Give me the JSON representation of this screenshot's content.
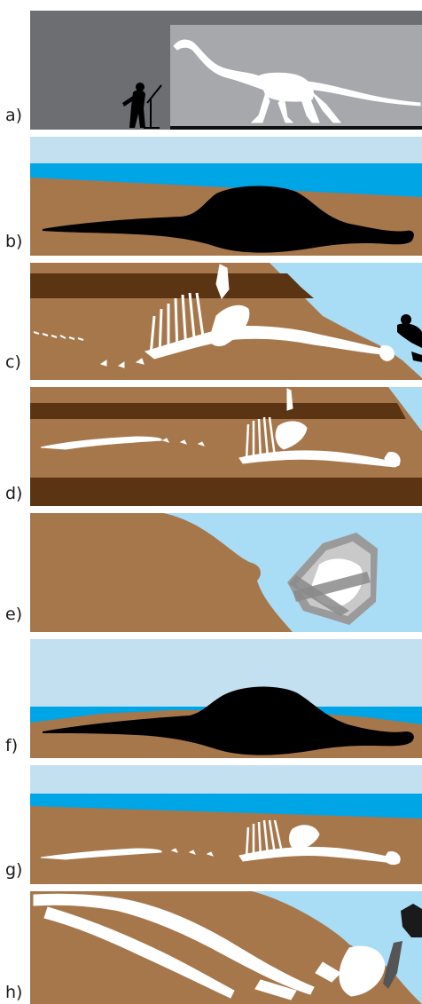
{
  "panels": [
    {
      "label": "a)"
    },
    {
      "label": "b)"
    },
    {
      "label": "c)"
    },
    {
      "label": "d)"
    },
    {
      "label": "e)"
    },
    {
      "label": "f)"
    },
    {
      "label": "g)"
    },
    {
      "label": "h)"
    }
  ],
  "colors": {
    "sky": "#a9dcf5",
    "sky_pale": "#c3e0f0",
    "water": "#00a5e5",
    "sediment": "#a7774c",
    "dark_layer": "#5b3414",
    "silhouette": "#000000",
    "bone": "#ffffff",
    "museum_wall": "#6d6e72",
    "museum_panel": "#a7a8ab",
    "rock_block": "#b5b5b5"
  }
}
